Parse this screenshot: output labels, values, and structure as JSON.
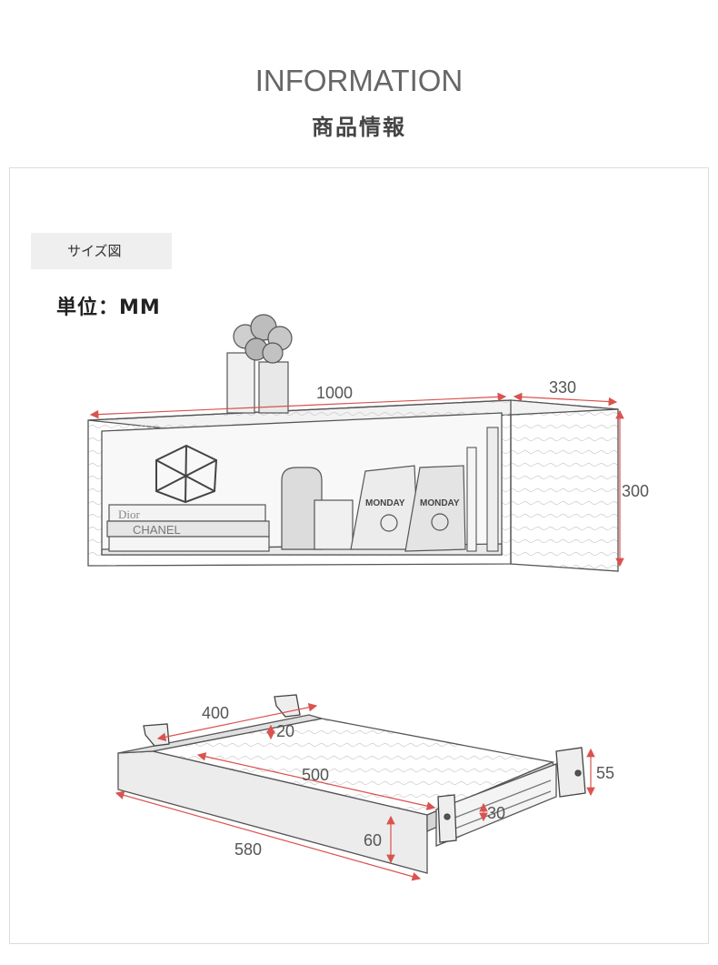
{
  "header": {
    "title_en": "INFORMATION",
    "title_jp": "商品情報"
  },
  "section": {
    "tag_label": "サイズ図",
    "unit_label": "単位：MM"
  },
  "shelf": {
    "dim_width": "1000",
    "dim_depth": "330",
    "dim_height": "300",
    "book_labels": [
      "Dior",
      "CHANEL"
    ],
    "bag_label": "MONDAY"
  },
  "tray": {
    "dim_depth": "400",
    "dim_lip": "20",
    "dim_inner": "500",
    "dim_bracket": "55",
    "dim_rail": "30",
    "dim_front_h": "60",
    "dim_width": "580"
  },
  "colors": {
    "dimension_line": "#d9534f",
    "sketch_stroke": "#555555"
  }
}
